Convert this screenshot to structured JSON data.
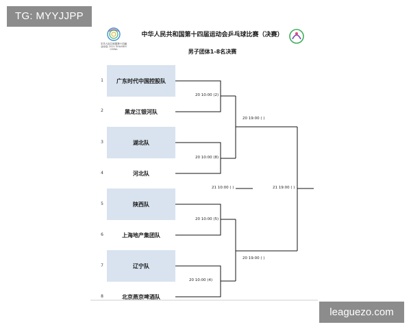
{
  "watermarks": {
    "top_left": "TG: MYYJJPP",
    "bottom_right": "leaguezo.com"
  },
  "header": {
    "title": "中华人民共和国第十四届运动会乒乓球比赛（决赛）",
    "subtitle": "男子团体1-8名决赛",
    "logo_left_text": "中华人民共和国第十四届运动会 2021 SHAANXI CHINA",
    "logo_left_icon": "games-emblem-icon",
    "logo_right_icon": "table-tennis-emblem-icon"
  },
  "teams": [
    {
      "seed": "1",
      "name": "广东时代中国控股队",
      "shaded": true
    },
    {
      "seed": "2",
      "name": "黑龙江银河队",
      "shaded": false
    },
    {
      "seed": "3",
      "name": "湖北队",
      "shaded": true
    },
    {
      "seed": "4",
      "name": "河北队",
      "shaded": false
    },
    {
      "seed": "5",
      "name": "陕西队",
      "shaded": true
    },
    {
      "seed": "6",
      "name": "上海地产集团队",
      "shaded": false
    },
    {
      "seed": "7",
      "name": "辽宁队",
      "shaded": true
    },
    {
      "seed": "8",
      "name": "北京燕京啤酒队",
      "shaded": false
    }
  ],
  "round1": [
    {
      "label": "20 10:00 (2)"
    },
    {
      "label": "20 10:00 (8)"
    },
    {
      "label": "20 10:00 (5)"
    },
    {
      "label": "20  10:00   (4)"
    }
  ],
  "semifinals": [
    {
      "label": "20 19:00 ( )"
    },
    {
      "label": "20 19:00 ( )"
    }
  ],
  "third_place": {
    "label": "21 10:00 ( )"
  },
  "final": {
    "label": "21 19:00 ( )"
  },
  "colors": {
    "team_shade": "#d8e3ef",
    "watermark_bg": "#8c8c8c",
    "line": "#111111"
  }
}
